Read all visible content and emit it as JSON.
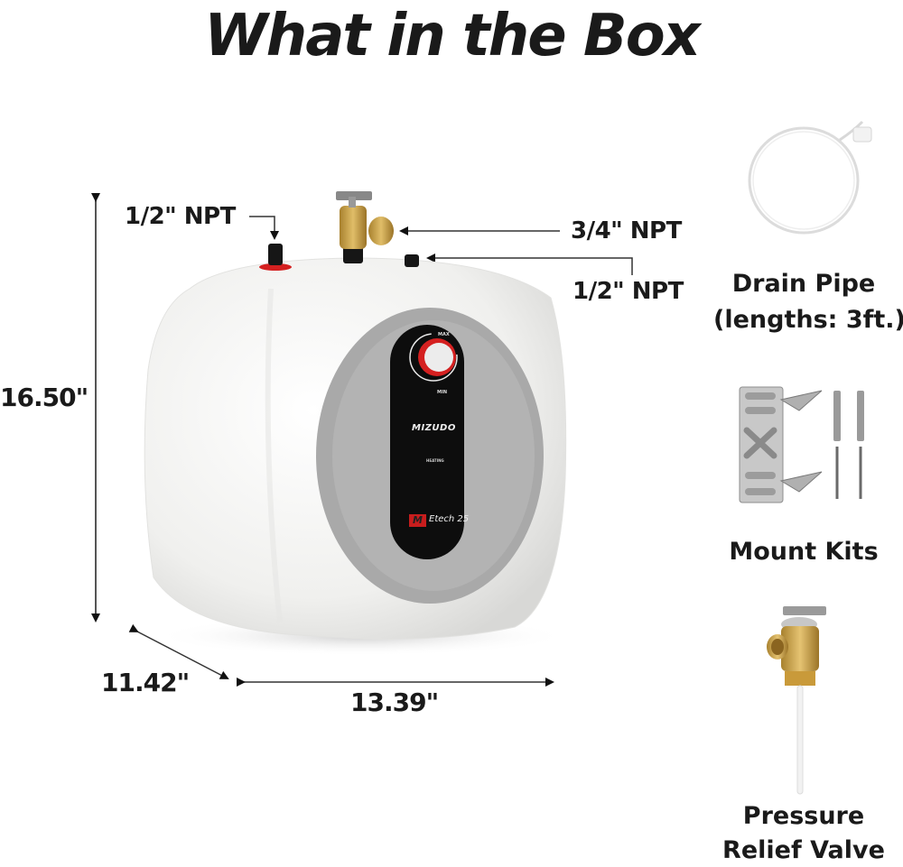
{
  "title": "What in the Box",
  "main_product": {
    "brand": "MIZUDO",
    "model": "Etech 25",
    "logo_letter": "M",
    "status_label": "HEATING",
    "dial": {
      "max_label": "MAX",
      "min_label": "MIN"
    },
    "colors": {
      "body": "#f2f2f0",
      "panel_ring": "#a9a9a9",
      "panel": "#0d0d0d",
      "accent_red": "#d42020",
      "brass": "#c9a24a"
    }
  },
  "dimensions": {
    "height": "16.50\"",
    "depth": "11.42\"",
    "width": "13.39\""
  },
  "connections": [
    {
      "label": "1/2\" NPT",
      "position": "left-inlet"
    },
    {
      "label": "3/4\" NPT",
      "position": "relief-valve-port"
    },
    {
      "label": "1/2\" NPT",
      "position": "right-outlet"
    }
  ],
  "box_items": [
    {
      "name": "drain-pipe",
      "label_line1": "Drain Pipe",
      "label_line2": "(lengths: 3ft.)"
    },
    {
      "name": "mount-kits",
      "label_line1": "Mount Kits"
    },
    {
      "name": "pressure-relief-valve",
      "label_line1": "Pressure",
      "label_line2": "Relief Valve"
    }
  ]
}
